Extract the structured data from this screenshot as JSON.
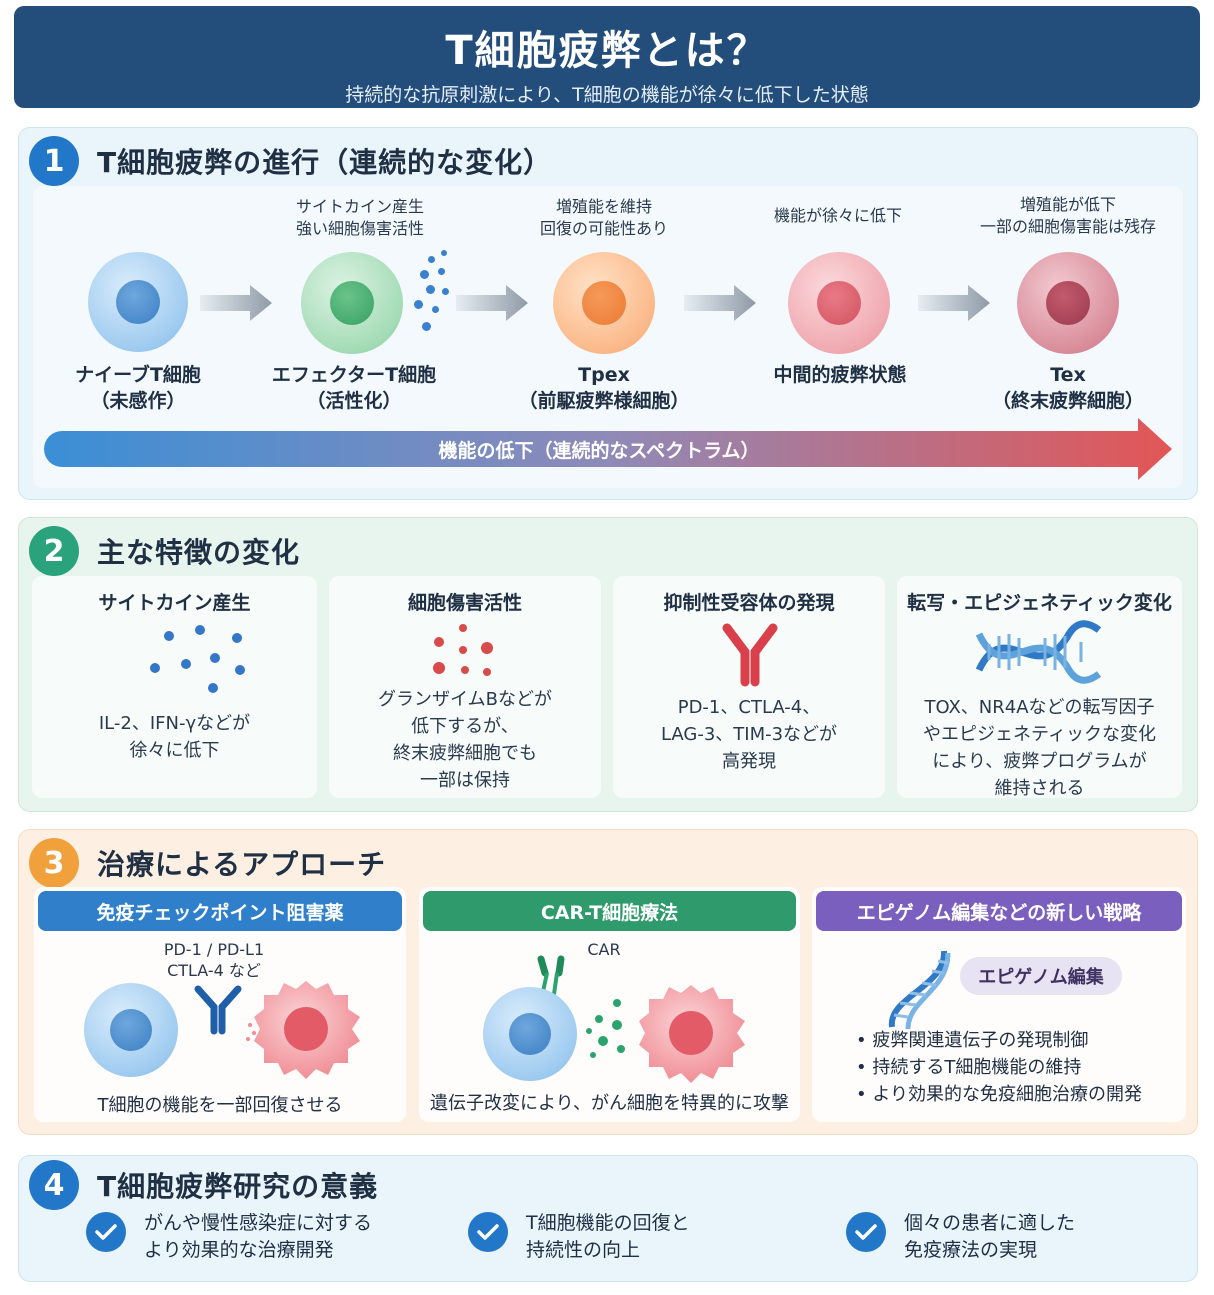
{
  "header": {
    "title": "T細胞疲弊とは？",
    "subtitle": "持続的な抗原刺激により、T細胞の機能が徐々に低下した状態"
  },
  "section1": {
    "number": "1",
    "title": "T細胞疲弊の進行（連続的な変化）",
    "stages": [
      {
        "label_line1": "ナイーブT細胞",
        "label_line2": "（未感作）",
        "top_line1": "",
        "top_line2": ""
      },
      {
        "label_line1": "エフェクターT細胞",
        "label_line2": "（活性化）",
        "top_line1": "サイトカイン産生",
        "top_line2": "強い細胞傷害活性"
      },
      {
        "label_line1": "Tpex",
        "label_line2": "（前駆疲弊様細胞）",
        "top_line1": "増殖能を維持",
        "top_line2": "回復の可能性あり"
      },
      {
        "label_line1": "中間的疲弊状態",
        "label_line2": "",
        "top_line1": "機能が徐々に低下",
        "top_line2": ""
      },
      {
        "label_line1": "Tex",
        "label_line2": "（終末疲弊細胞）",
        "top_line1": "増殖能が低下",
        "top_line2": "一部の細胞傷害能は残存"
      }
    ],
    "spectrum_label": "機能の低下（連続的なスペクトラム）"
  },
  "section2": {
    "number": "2",
    "title": "主な特徴の変化",
    "cards": [
      {
        "title": "サイトカイン産生",
        "lines": [
          "IL-2、IFN-γなどが",
          "徐々に低下"
        ]
      },
      {
        "title": "細胞傷害活性",
        "lines": [
          "グランザイムBなどが",
          "低下するが、",
          "終末疲弊細胞でも",
          "一部は保持"
        ]
      },
      {
        "title": "抑制性受容体の発現",
        "lines": [
          "PD-1、CTLA-4、",
          "LAG-3、TIM-3などが",
          "高発現"
        ]
      },
      {
        "title": "転写・エピジェネティック変化",
        "lines": [
          "TOX、NR4Aなどの転写因子",
          "やエピジェネティックな変化",
          "により、疲弊プログラムが",
          "維持される"
        ]
      }
    ]
  },
  "section3": {
    "number": "3",
    "title": "治療によるアプローチ",
    "panels": [
      {
        "title": "免疫チェックポイント阻害薬",
        "label_line1": "PD-1 / PD-L1",
        "label_line2": "CTLA-4 など",
        "caption": "T細胞の機能を一部回復させる"
      },
      {
        "title": "CAR-T細胞療法",
        "label_line1": "CAR",
        "caption": "遺伝子改変により、がん細胞を特異的に攻撃"
      },
      {
        "title": "エピゲノム編集などの新しい戦略",
        "badge": "エピゲノム編集",
        "bullets": [
          "疲弊関連遺伝子の発現制御",
          "持続するT細胞機能の維持",
          "より効果的な免疫細胞治療の開発"
        ]
      }
    ]
  },
  "section4": {
    "number": "4",
    "title": "T細胞疲弊研究の意義",
    "items": [
      {
        "line1": "がんや慢性感染症に対する",
        "line2": "より効果的な治療開発"
      },
      {
        "line1": "T細胞機能の回復と",
        "line2": "持続性の向上"
      },
      {
        "line1": "個々の患者に適した",
        "line2": "免疫療法の実現"
      }
    ]
  },
  "colors": {
    "header_bg": "#234d7a",
    "accent_blue": "#2277c9",
    "accent_green": "#2aa37c",
    "accent_orange": "#f1a13b",
    "accent_purple": "#7b5fbf",
    "spectrum_start": "#3a8fd6",
    "spectrum_end": "#e25656"
  }
}
